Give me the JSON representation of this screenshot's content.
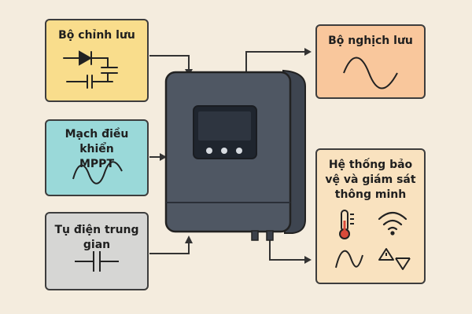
{
  "blocks": {
    "rectifier": {
      "title": "Bộ chỉnh lưu",
      "icon": "rectifier-circuit-icon"
    },
    "mppt": {
      "title": "Mạch điều khiển\nMPPT",
      "icon": "sine-wave-icon"
    },
    "capacitor": {
      "title": "Tụ điện trung gian",
      "icon": "capacitor-icon"
    },
    "inverter": {
      "title": "Bộ nghịch lưu",
      "icon": "sine-wave-icon"
    },
    "protection": {
      "title": "Hệ thống bảo\nvệ và giám sát\nthông minh",
      "icons": [
        "thermometer-icon",
        "wifi-icon",
        "sine-wave-icon",
        "warning-triangle-icon"
      ]
    }
  },
  "device": {
    "name": "inverter-device",
    "button_count": 3
  },
  "colors": {
    "background": "#f4ecde",
    "rectifier": "#f9dd8c",
    "mppt": "#9ad9d9",
    "capacitor": "#d6d6d4",
    "inverter": "#f9c79c",
    "protection": "#f9e2bf",
    "device_body": "#4f5763",
    "device_screen": "#2e3540"
  }
}
